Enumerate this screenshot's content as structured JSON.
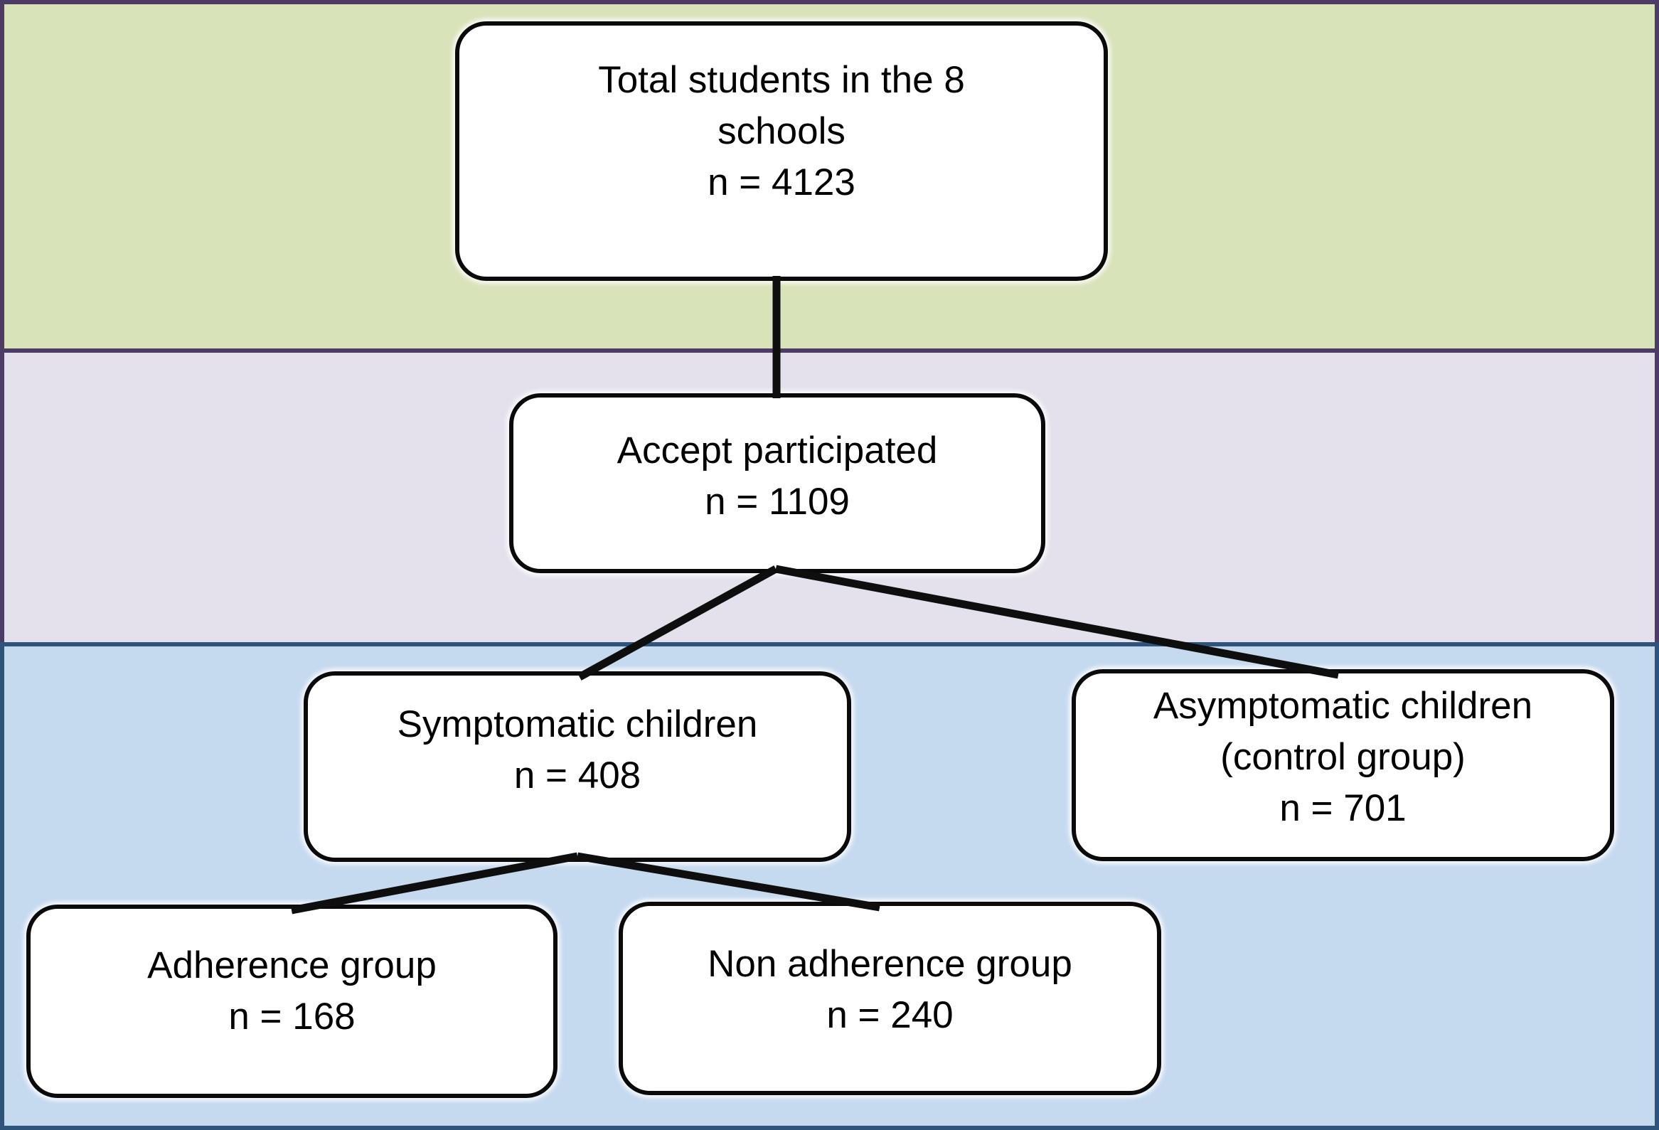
{
  "flowchart": {
    "nodes": {
      "total": {
        "lines": [
          "Total students in the 8",
          "schools",
          "n = 4123"
        ]
      },
      "accepted": {
        "lines": [
          "Accept participated",
          "n = 1109"
        ]
      },
      "symptomatic": {
        "lines": [
          "Symptomatic children",
          "n = 408"
        ]
      },
      "asymptomatic": {
        "lines": [
          "Asymptomatic children",
          "(control group)",
          "n = 701"
        ]
      },
      "adherence": {
        "lines": [
          "Adherence group",
          "n = 168"
        ]
      },
      "non_adherence": {
        "lines": [
          "Non adherence group",
          "n = 240"
        ]
      }
    },
    "colors": {
      "band_green_fill": "#d9e3ba",
      "band_purple_fill": "#e5e1ec",
      "band_blue_fill": "#c6daef",
      "band_purple_border": "#4c3c66",
      "band_blue_border": "#2f547c",
      "node_fill": "#ffffff",
      "node_border": "#0a0a0a",
      "connector_color": "#0e0e0e"
    }
  }
}
